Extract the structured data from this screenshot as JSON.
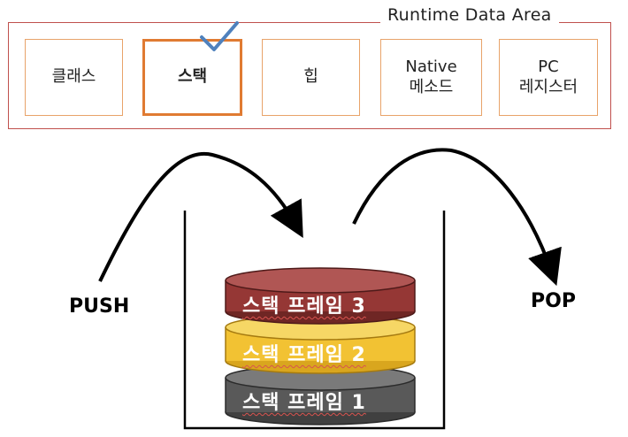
{
  "runtime_area": {
    "title": "Runtime Data Area",
    "boxes": [
      {
        "line1": "클래스",
        "line2": ""
      },
      {
        "line1": "스택",
        "line2": ""
      },
      {
        "line1": "힙",
        "line2": ""
      },
      {
        "line1": "Native",
        "line2": "메소드"
      },
      {
        "line1": "PC",
        "line2": "레지스터"
      }
    ],
    "selected_index": 1
  },
  "stack": {
    "push_label": "PUSH",
    "pop_label": "POP",
    "frames": [
      {
        "label": "스택 프레임 3",
        "color": "#953735"
      },
      {
        "label": "스택 프레임 2",
        "color": "#f2c233"
      },
      {
        "label": "스택 프레임 1",
        "color": "#595959"
      }
    ]
  },
  "colors": {
    "area_border": "#c0504d",
    "box_border": "#e8a36a",
    "selected_border": "#e07b32",
    "check": "#4f81bd"
  }
}
